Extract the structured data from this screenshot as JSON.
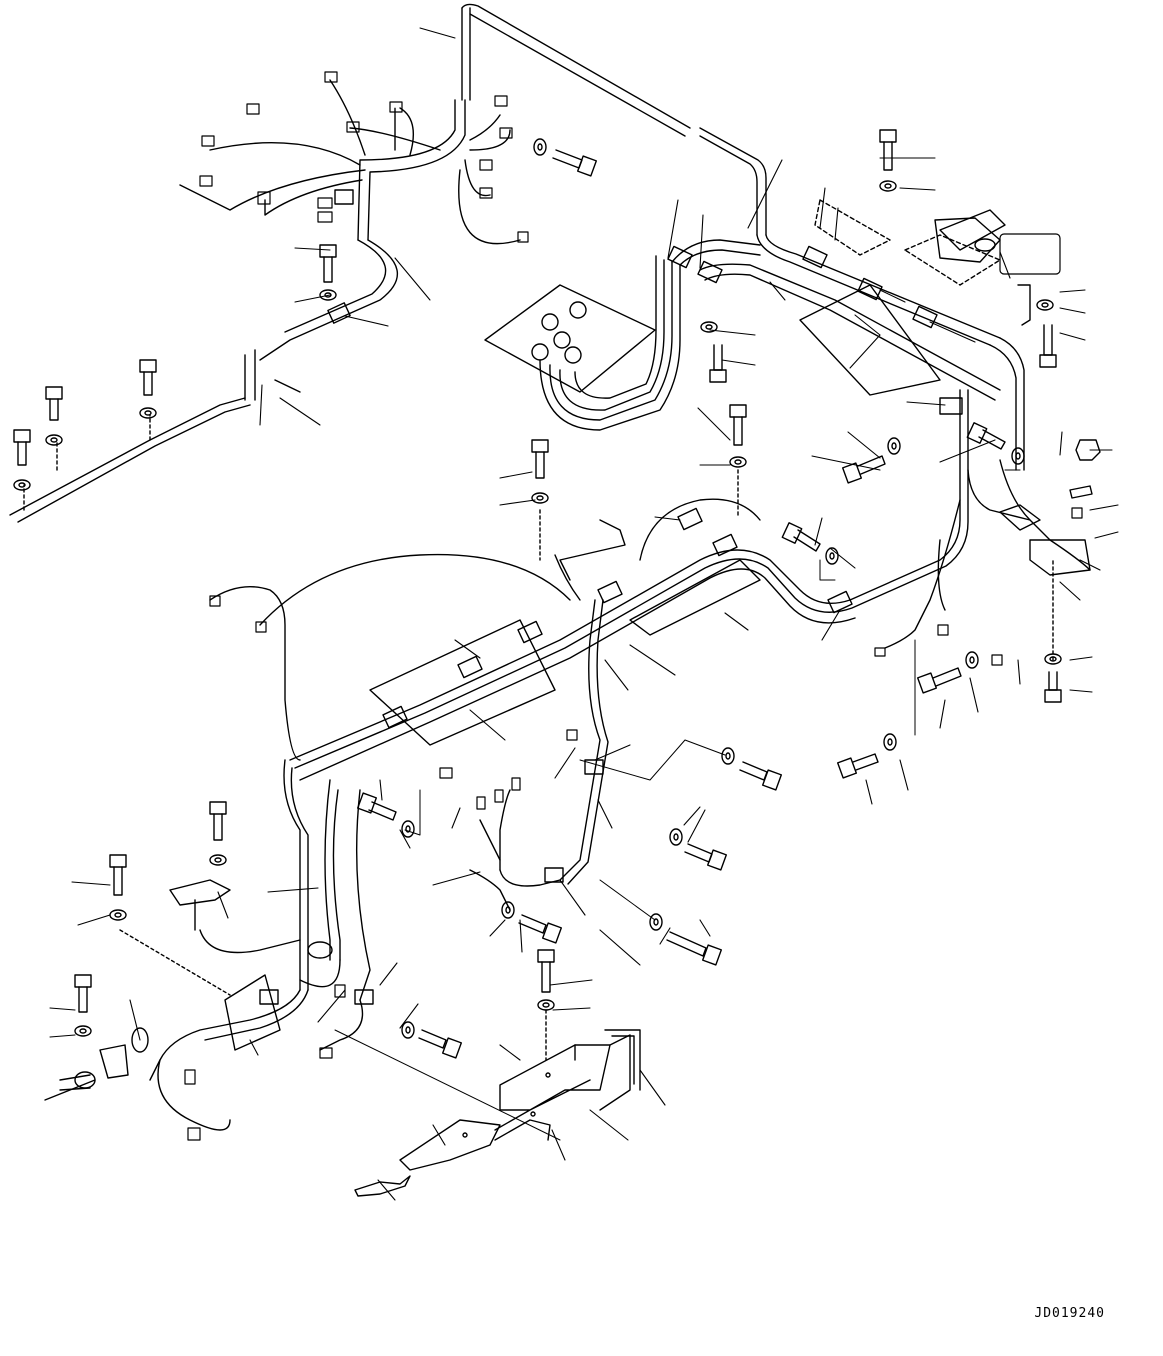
{
  "diagram": {
    "reference_code": "JD019240",
    "colors": {
      "line": "#000000",
      "background": "#ffffff"
    },
    "callout_count": 96,
    "components": [
      "wire-harness-main",
      "connector",
      "bolt",
      "washer",
      "clamp",
      "bracket",
      "cover-plate",
      "switch-panel",
      "sensor",
      "nut"
    ]
  }
}
